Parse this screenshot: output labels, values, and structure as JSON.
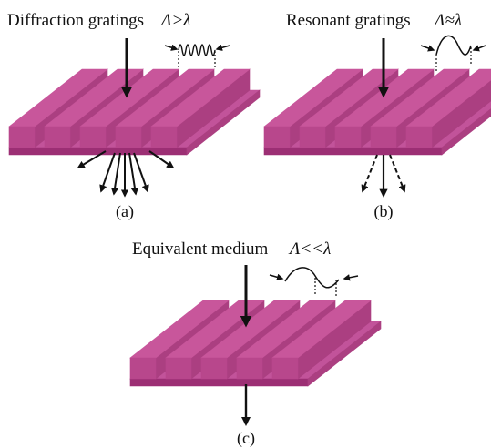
{
  "colors": {
    "ridge_top": "#c8569b",
    "ridge_side": "#ab3f81",
    "ridge_front": "#b8478c",
    "base_top": "#c2539a",
    "base_front": "#9c2f74",
    "ink": "#111111"
  },
  "panels": [
    {
      "key": "a",
      "title": "Diffraction gratings",
      "relation": "Λ>λ",
      "caption": "(a)"
    },
    {
      "key": "b",
      "title": "Resonant gratings",
      "relation": "Λ≈λ",
      "caption": "(b)"
    },
    {
      "key": "c",
      "title": "Equivalent medium",
      "relation": "Λ<<λ",
      "caption": "(c)"
    }
  ],
  "icons": {
    "incident_beam": "arrow-down-icon",
    "diffracted_beams": "arrow-fan-icon",
    "wavelength_marker": "sine-wave-icon"
  }
}
